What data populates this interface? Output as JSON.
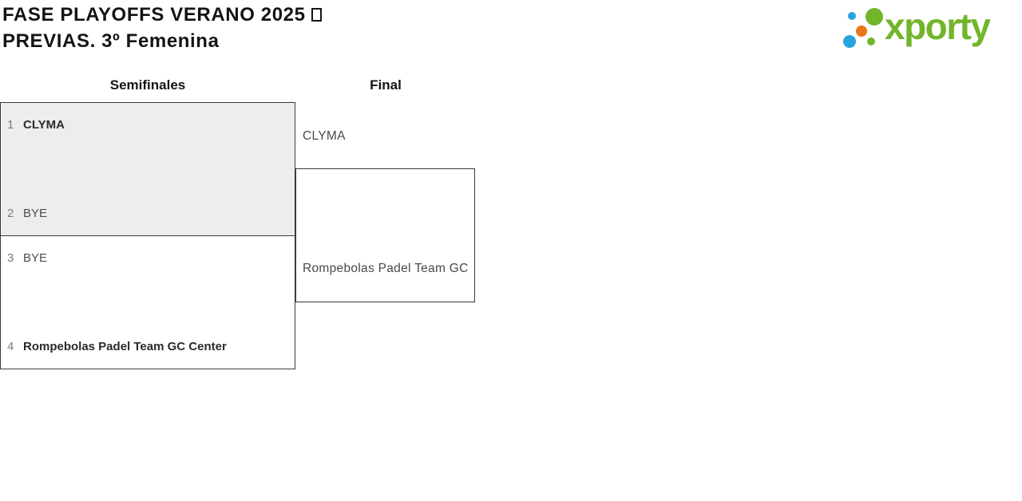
{
  "page": {
    "title_line1": "FASE PLAYOFFS VERANO 2025",
    "title_line2": "PREVIAS. 3º Femenina"
  },
  "logo": {
    "text": "xporty",
    "brand_green": "#72b52b",
    "brand_blue": "#29a3dc",
    "brand_orange": "#e87817"
  },
  "bracket": {
    "highlight_fill": "#ededed",
    "border_color": "#3a3a3a",
    "round_headers": [
      {
        "label": "Semifinales"
      },
      {
        "label": "Final"
      }
    ],
    "semifinals": [
      {
        "teams": [
          {
            "seed": "1",
            "name": "CLYMA"
          },
          {
            "seed": "2",
            "name": "BYE"
          }
        ]
      },
      {
        "teams": [
          {
            "seed": "3",
            "name": "BYE"
          },
          {
            "seed": "4",
            "name": "Rompebolas Padel Team GC Center"
          }
        ]
      }
    ],
    "final": {
      "top_name": "CLYMA",
      "bottom_name": "Rompebolas Padel Team GC"
    }
  }
}
